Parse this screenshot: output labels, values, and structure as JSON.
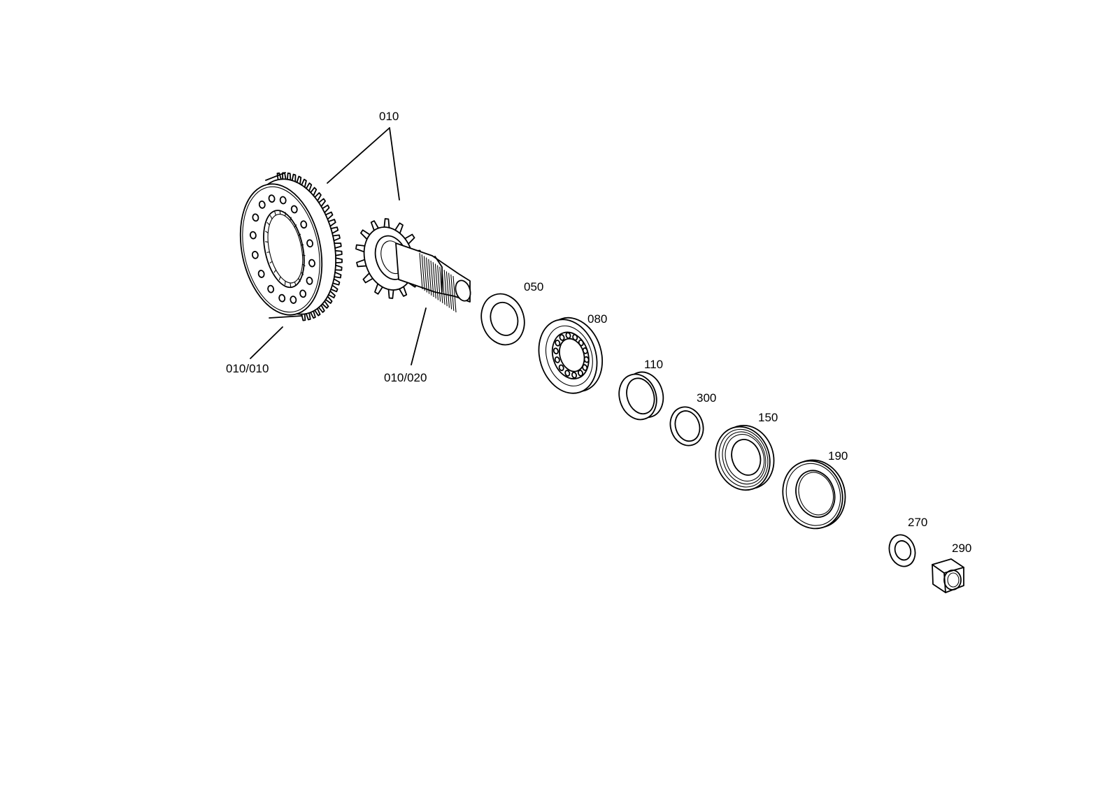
{
  "diagram": {
    "labels": {
      "l010": "010",
      "l010_010": "010/010",
      "l010_020": "010/020",
      "l050": "050",
      "l080": "080",
      "l110": "110",
      "l300": "300",
      "l150": "150",
      "l190": "190",
      "l270": "270",
      "l290": "290"
    },
    "parts": [
      {
        "id": "010",
        "name": "bevel gear set"
      },
      {
        "id": "010/010",
        "name": "ring gear"
      },
      {
        "id": "010/020",
        "name": "pinion shaft"
      },
      {
        "id": "050",
        "name": "shim washer"
      },
      {
        "id": "080",
        "name": "roller bearing"
      },
      {
        "id": "110",
        "name": "spacer sleeve"
      },
      {
        "id": "300",
        "name": "ring"
      },
      {
        "id": "150",
        "name": "tapered roller bearing"
      },
      {
        "id": "190",
        "name": "shaft seal"
      },
      {
        "id": "270",
        "name": "washer"
      },
      {
        "id": "290",
        "name": "hex nut"
      }
    ],
    "colors": {
      "line": "#000000",
      "background": "#ffffff"
    }
  }
}
